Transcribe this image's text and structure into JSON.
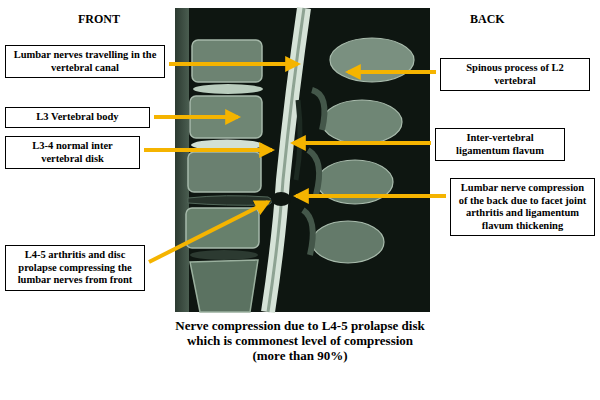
{
  "diagram": {
    "caption": "Nerve compression due to L4-5 prolapse disk which is commonest level of compression (more than 90%)",
    "nodes": [
      {
        "text": [
          "Lumbar nerves travelling in the vertebral canal"
        ]
      },
      {
        "text": [
          "Spinous process of L2 vertebral"
        ]
      },
      {
        "text": [
          "L3 Vertebral body"
        ]
      },
      {
        "text": [
          "Inter-vertebral ligamentum flavum"
        ]
      },
      {
        "text": [
          "L3-4 normal inter vertebral disk"
        ]
      },
      {
        "text": [
          "Lumbar nerve compression of the back due to facet joint arthritis and ligamentum flavum thickening"
        ]
      },
      {
        "text": [
          "L4-5 arthritis and disc prolapse compressing the lumbar nerves from front"
        ]
      }
    ],
    "labels": [
      "FRONT",
      "BACK"
    ]
  }
}
